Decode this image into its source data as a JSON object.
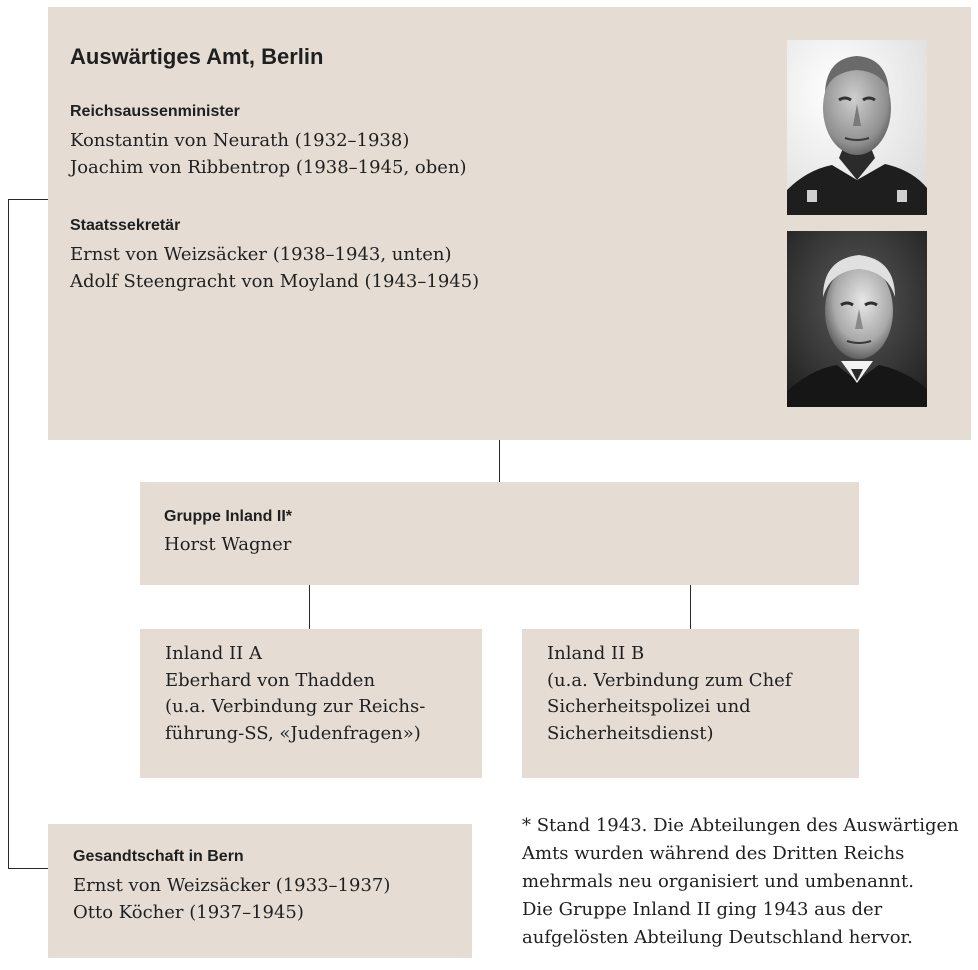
{
  "main": {
    "title": "Auswärtiges Amt, Berlin",
    "minister_heading": "Reichsaussenminister",
    "ministers": [
      "Konstantin von Neurath (1932–1938)",
      "Joachim von Ribbentrop (1938–1945, oben)"
    ],
    "secretary_heading": "Staatssekretär",
    "secretaries": [
      "Ernst von Weizsäcker (1938–1943, unten)",
      "Adolf Steengracht von Moyland (1943–1945)"
    ]
  },
  "group": {
    "heading": "Gruppe Inland II*",
    "head": "Horst Wagner"
  },
  "inland_2a": {
    "lines": [
      "Inland II A",
      "Eberhard von Thadden",
      "(u.a. Verbindung zur Reichs-",
      "führung-SS, «Judenfragen»)"
    ]
  },
  "inland_2b": {
    "lines": [
      "Inland II B",
      "(u.a. Verbindung zum Chef",
      "Sicherheitspolizei und",
      "Sicherheitsdienst)"
    ]
  },
  "bern": {
    "heading": "Gesandtschaft in Bern",
    "lines": [
      "Ernst von Weizsäcker (1933–1937)",
      "Otto Köcher (1937–1945)"
    ]
  },
  "footnote": {
    "lines": [
      "* Stand 1943. Die Abteilungen des Auswärtigen",
      "Amts wurden während des Dritten Reichs",
      "mehrmals neu organisiert und umbenannt.",
      "Die Gruppe Inland II ging 1943 aus der",
      "aufgelösten Abteilung Deutschland hervor."
    ]
  },
  "colors": {
    "box_fill": "#e5ddd4",
    "connector": "#2a2a2a",
    "text": "#1f1f1f"
  }
}
